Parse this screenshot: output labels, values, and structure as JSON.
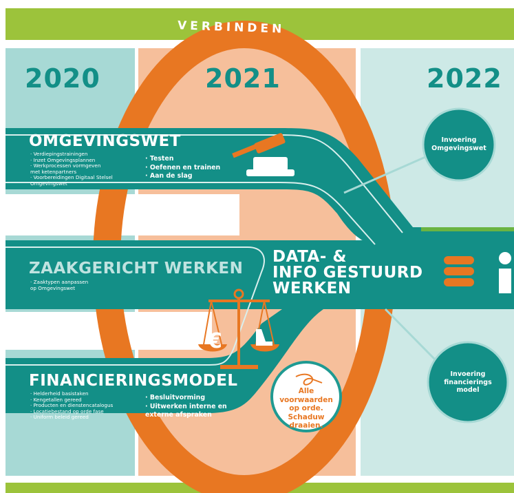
{
  "cycle_label": "VERBINDEN",
  "years": [
    "2020",
    "2021",
    "2022"
  ],
  "tracks": {
    "omgevingswet": {
      "title": "OMGEVINGSWET",
      "items_2020": [
        "· Verdiepingstrainingen",
        "· Inzet Omgevingsplannen",
        "· Werkprocessen vormgeven",
        "  met ketenpartners",
        "· Voorbereidingen Digitaal Stelsel",
        "  Omgevingswet"
      ],
      "items_2021": [
        "· Testen",
        "· Oefenen en trainen",
        "· Aan de slag"
      ]
    },
    "zaakgericht": {
      "title": "ZAAKGERICHT WERKEN",
      "items_2020": [
        "· Zaaktypen aanpassen",
        "  op Omgevingswet"
      ]
    },
    "data": {
      "title_lines": [
        "DATA- &",
        "INFO GESTUURD",
        "WERKEN"
      ]
    },
    "financiering": {
      "title": "FINANCIERINGSMODEL",
      "items_2020": [
        "· Helderheid basistaken",
        "· Kengetallen gereed",
        "· Producten en dienstencatalogus",
        "· Locatiebestand op orde fase",
        "· Uniform beleid gereed"
      ],
      "items_2021": [
        "· Besluitvorming",
        "· Uitwerken interne en",
        "  externe afspraken"
      ]
    }
  },
  "milestones": {
    "omgevingswet_lines": [
      "Invoering",
      "Omgevingswet"
    ],
    "financiering_lines": [
      "Invoering",
      "financierings",
      "model"
    ],
    "voorwaarden_lines": [
      "Alle voorwaarden",
      "op orde.",
      "Schaduw",
      "draaien."
    ]
  },
  "icons": {
    "gavel": "gavel-icon",
    "database": "database-icon",
    "info": "info-icon",
    "scale": "balance-scale-icon",
    "euro": "euro-icon",
    "route": "route-icon"
  },
  "colors": {
    "teal": "#138f87",
    "teal_light": "#a7d9d5",
    "orange": "#e87722",
    "peach": "#f6bf9b",
    "green": "#9cc33b"
  }
}
